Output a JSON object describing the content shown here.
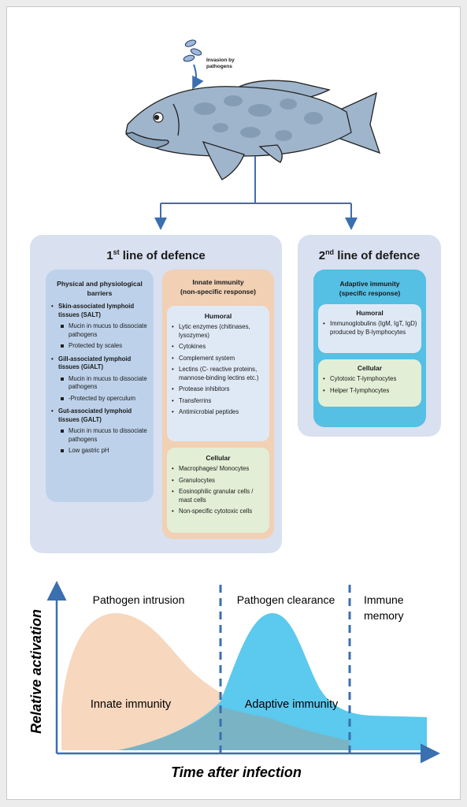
{
  "invasion_label": "Invasion by pathogens",
  "first_line": {
    "title_num": "1",
    "title_sup": "st",
    "title_rest": " line of defence",
    "barriers": {
      "title": "Physical and physiological barriers",
      "groups": [
        {
          "name": "Skin-associated lymphoid tissues (SALT)",
          "items": [
            "Mucin in mucus to dissociate pathogens",
            "Protected by scales"
          ]
        },
        {
          "name": "Gill-associated lymphoid tissues (GiALT)",
          "items": [
            "Mucin in mucus to dissociate pathogens",
            "-Protected by operculum"
          ]
        },
        {
          "name": "Gut-associated lymphoid tissues (GALT)",
          "items": [
            "Mucin in mucus to dissociate pathogens",
            "Low gastric pH"
          ]
        }
      ]
    },
    "innate": {
      "title1": "Innate immunity",
      "title2": "(non-specific response)",
      "humoral": {
        "title": "Humoral",
        "items": [
          "Lytic enzymes (chitinases, lysozymes)",
          "Cytokines",
          "Complement system",
          "Lectins (C- reactive proteins, mannose-binding lectins etc.)",
          "Protease inhibitors",
          "Transferrins",
          "Antimicrobial peptides"
        ]
      },
      "cellular": {
        "title": "Cellular",
        "items": [
          "Macrophages/ Monocytes",
          "Granulocytes",
          "Eosinophilic granular cells / mast cells",
          "Non-specific cytotoxic cells"
        ]
      }
    }
  },
  "second_line": {
    "title_num": "2",
    "title_sup": "nd",
    "title_rest": " line of defence",
    "adaptive": {
      "title1": "Adaptive immunity",
      "title2": "(specific response)",
      "humoral": {
        "title": "Humoral",
        "items": [
          "Immunoglobulins (IgM, IgT, IgD) produced by B-lymphocytes"
        ]
      },
      "cellular": {
        "title": "Cellular",
        "items": [
          "Cytotoxic T-lymphocytes",
          "Helper T-lymphocytes"
        ]
      }
    }
  },
  "timeline": {
    "phase1": "Pathogen intrusion",
    "phase2": "Pathogen clearance",
    "phase3_line1": "Immune",
    "phase3_line2": "memory",
    "innate_label": "Innate immunity",
    "adaptive_label": "Adaptive immunity",
    "ylabel": "Relative activation",
    "xlabel": "Time after infection"
  },
  "colors": {
    "panel": "#d9e0f0",
    "barriers": "#bdd2ea",
    "innate": "#f1d0b4",
    "humoral_bg": "#dfe9f6",
    "cellular_bg": "#e2efd6",
    "adaptive": "#55bfe4",
    "arrow": "#3a6fb0",
    "innate_curve": "#f7d7bd",
    "adaptive_curve": "#5cc9ee"
  }
}
